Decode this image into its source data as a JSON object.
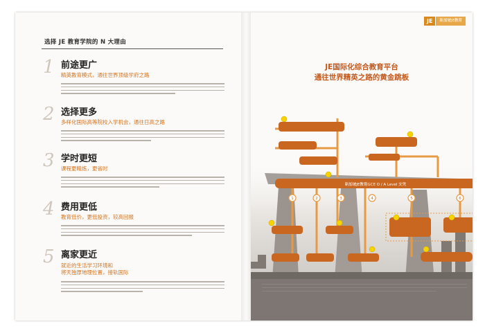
{
  "left": {
    "title": "选择 JE 教育学院的 N 大理由",
    "sections": [
      {
        "num": "1",
        "title": "前途更广",
        "sub": "精英教育模式，通往世界顶级学府之路"
      },
      {
        "num": "2",
        "title": "选择更多",
        "sub": "多样化国际高等院校入学机会，通往日高之路"
      },
      {
        "num": "3",
        "title": "学时更短",
        "sub": "课程更精炼，更省时"
      },
      {
        "num": "4",
        "title": "费用更低",
        "sub": "教育低价，更低投资，较高回报"
      },
      {
        "num": "5",
        "title": "离家更近",
        "sub_lines": [
          "就近的生活学习环境和",
          "将天独厚地理位置，接轨国际"
        ]
      }
    ]
  },
  "right": {
    "logo": {
      "brand": "JE",
      "tagline": "新加坡JE教育"
    },
    "title_lines": [
      "JE国际化综合教育平台",
      "通往世界精英之路的黄金跳板"
    ],
    "center_node": "新加坡JE教育GCE O / A Level 文凭",
    "circle_numbers": [
      "1",
      "2",
      "3",
      "4",
      "5",
      "6"
    ]
  },
  "colors": {
    "accent": "#d3731f",
    "node": "#c9661f",
    "line": "#e79a43",
    "title": "#c25a1e"
  }
}
